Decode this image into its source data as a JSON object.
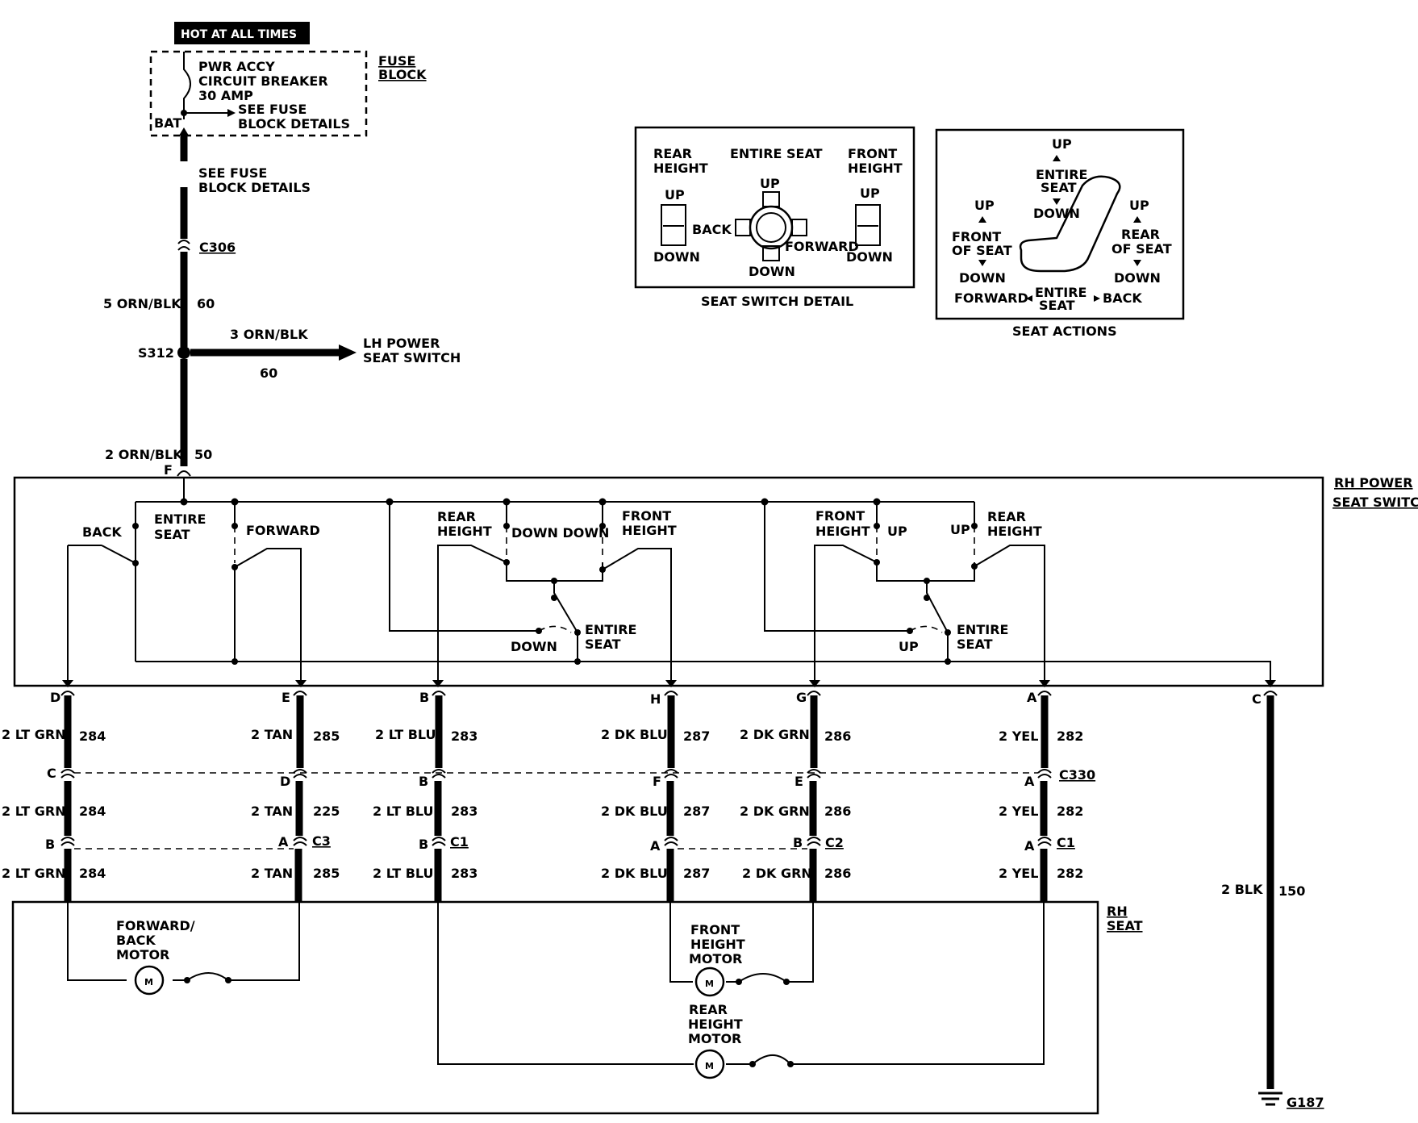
{
  "colors": {
    "ink": "#000000",
    "paper": "#ffffff"
  },
  "top": {
    "hot_label": "HOT AT ALL TIMES",
    "breaker_line1": "PWR ACCY",
    "breaker_line2": "CIRCUIT BREAKER",
    "breaker_line3": "30 AMP",
    "see_fuse_1a": "SEE FUSE",
    "see_fuse_1b": "BLOCK DETAILS",
    "bat": "BAT",
    "fuse_block_1": "FUSE",
    "fuse_block_2": "BLOCK",
    "see_fuse_2a": "SEE FUSE",
    "see_fuse_2b": "BLOCK DETAILS",
    "c306": "C306",
    "feed_wire": "5 ORN/BLK",
    "feed_circuit": "60",
    "splice": "S312",
    "lh_wire": "3 ORN/BLK",
    "lh_circuit": "60",
    "lh_dest_1": "LH POWER",
    "lh_dest_2": "SEAT SWITCH",
    "switch_feed_wire": "2 ORN/BLK",
    "switch_feed_circuit": "50",
    "switch_feed_pin": "F"
  },
  "seat_switch_detail": {
    "title": "SEAT SWITCH DETAIL",
    "rear_height_1": "REAR",
    "rear_height_2": "HEIGHT",
    "entire_seat": "ENTIRE SEAT",
    "front_height_1": "FRONT",
    "front_height_2": "HEIGHT",
    "up_left": "UP",
    "down_left": "DOWN",
    "up_center": "UP",
    "down_center": "DOWN",
    "back": "BACK",
    "forward": "FORWARD",
    "up_right": "UP",
    "down_right": "DOWN"
  },
  "seat_actions": {
    "title": "SEAT ACTIONS",
    "up_top": "UP",
    "entire_1": "ENTIRE",
    "entire_2": "SEAT",
    "down_top": "DOWN",
    "up_left": "UP",
    "front_1": "FRONT",
    "front_2": "OF SEAT",
    "down_left": "DOWN",
    "up_right": "UP",
    "rear_1": "REAR",
    "rear_2": "OF SEAT",
    "down_right": "DOWN",
    "forward": "FORWARD",
    "entire_b1": "ENTIRE",
    "entire_b2": "SEAT",
    "back": "BACK"
  },
  "switch": {
    "name_1": "RH POWER",
    "name_2": "SEAT SWITCH",
    "back": "BACK",
    "entire_1": "ENTIRE",
    "entire_2": "SEAT",
    "forward": "FORWARD",
    "rear_h_1": "REAR",
    "rear_h_2": "HEIGHT",
    "down_down": "DOWN DOWN",
    "front_h_1": "FRONT",
    "front_h_2": "HEIGHT",
    "entire_m1": "ENTIRE",
    "entire_m2": "SEAT",
    "down_m": "DOWN",
    "front_h2_1": "FRONT",
    "front_h2_2": "HEIGHT",
    "up_a": "UP",
    "up_b": "UP",
    "rear_h2_1": "REAR",
    "rear_h2_2": "HEIGHT",
    "entire_r1": "ENTIRE",
    "entire_r2": "SEAT",
    "up_r": "UP"
  },
  "harness": {
    "pins_top": [
      "D",
      "E",
      "B",
      "H",
      "G",
      "A",
      "C"
    ],
    "row1": [
      {
        "wire": "2 LT GRN",
        "circuit": "284"
      },
      {
        "wire": "2 TAN",
        "circuit": "285"
      },
      {
        "wire": "2 LT BLU",
        "circuit": "283"
      },
      {
        "wire": "2 DK BLU",
        "circuit": "287"
      },
      {
        "wire": "2 DK GRN",
        "circuit": "286"
      },
      {
        "wire": "2 YEL",
        "circuit": "282"
      }
    ],
    "pins_c330": [
      "C",
      "D",
      "B",
      "F",
      "E",
      "A"
    ],
    "c330": "C330",
    "row2": [
      {
        "wire": "2 LT GRN",
        "circuit": "284"
      },
      {
        "wire": "2 TAN",
        "circuit": "225"
      },
      {
        "wire": "2 LT BLU",
        "circuit": "283"
      },
      {
        "wire": "2 DK BLU",
        "circuit": "287"
      },
      {
        "wire": "2 DK GRN",
        "circuit": "286"
      },
      {
        "wire": "2 YEL",
        "circuit": "282"
      }
    ],
    "pins_c": [
      "B",
      "A",
      "B",
      "A",
      "B",
      "A"
    ],
    "c3": "C3",
    "c1a": "C1",
    "c2": "C2",
    "c1b": "C1",
    "row3": [
      {
        "wire": "2 LT GRN",
        "circuit": "284"
      },
      {
        "wire": "2 TAN",
        "circuit": "285"
      },
      {
        "wire": "2 LT BLU",
        "circuit": "283"
      },
      {
        "wire": "2 DK BLU",
        "circuit": "287"
      },
      {
        "wire": "2 DK GRN",
        "circuit": "286"
      },
      {
        "wire": "2 YEL",
        "circuit": "282"
      }
    ],
    "ground_wire": "2 BLK",
    "ground_circuit": "150",
    "ground": "G187"
  },
  "seat": {
    "name_1": "RH",
    "name_2": "SEAT",
    "fb_1": "FORWARD/",
    "fb_2": "BACK",
    "fb_3": "MOTOR",
    "fh_1": "FRONT",
    "fh_2": "HEIGHT",
    "fh_3": "MOTOR",
    "rh_1": "REAR",
    "rh_2": "HEIGHT",
    "rh_3": "MOTOR",
    "motor_symbol": "M"
  }
}
